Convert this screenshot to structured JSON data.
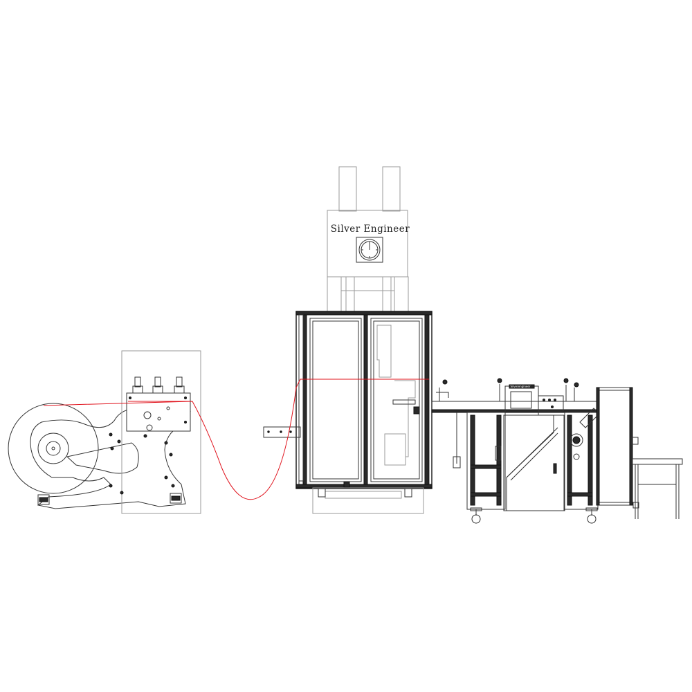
{
  "drawing": {
    "press_brand_label": "Silver Engineer",
    "small_brand_label": "Silverengineer"
  },
  "colors": {
    "line": "#333333",
    "light_line": "#9a9a9a",
    "strip_material": "#e0141e",
    "background": "#ffffff"
  },
  "components": [
    {
      "name": "decoiler",
      "icon": "coil-reel"
    },
    {
      "name": "straightener",
      "icon": "roller-unit"
    },
    {
      "name": "press",
      "icon": "power-press"
    },
    {
      "name": "cutting-conveyor",
      "icon": "conveyor"
    },
    {
      "name": "stacking-table",
      "icon": "table"
    }
  ]
}
